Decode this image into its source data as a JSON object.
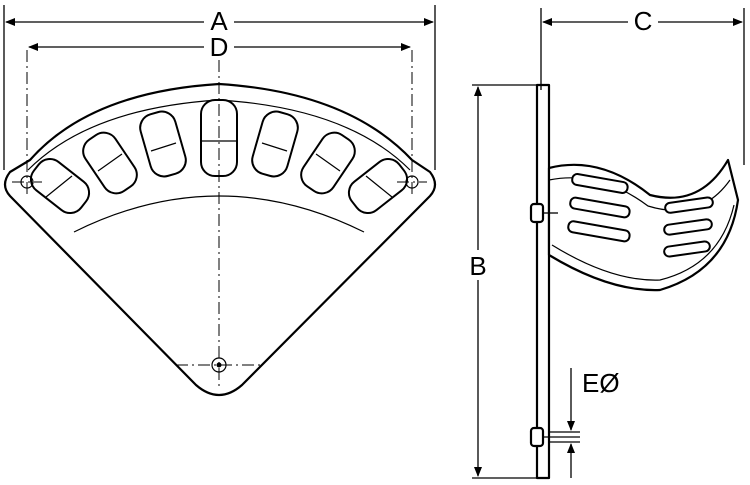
{
  "labels": {
    "a": "A",
    "b": "B",
    "c": "C",
    "d": "D",
    "e": "EØ"
  }
}
